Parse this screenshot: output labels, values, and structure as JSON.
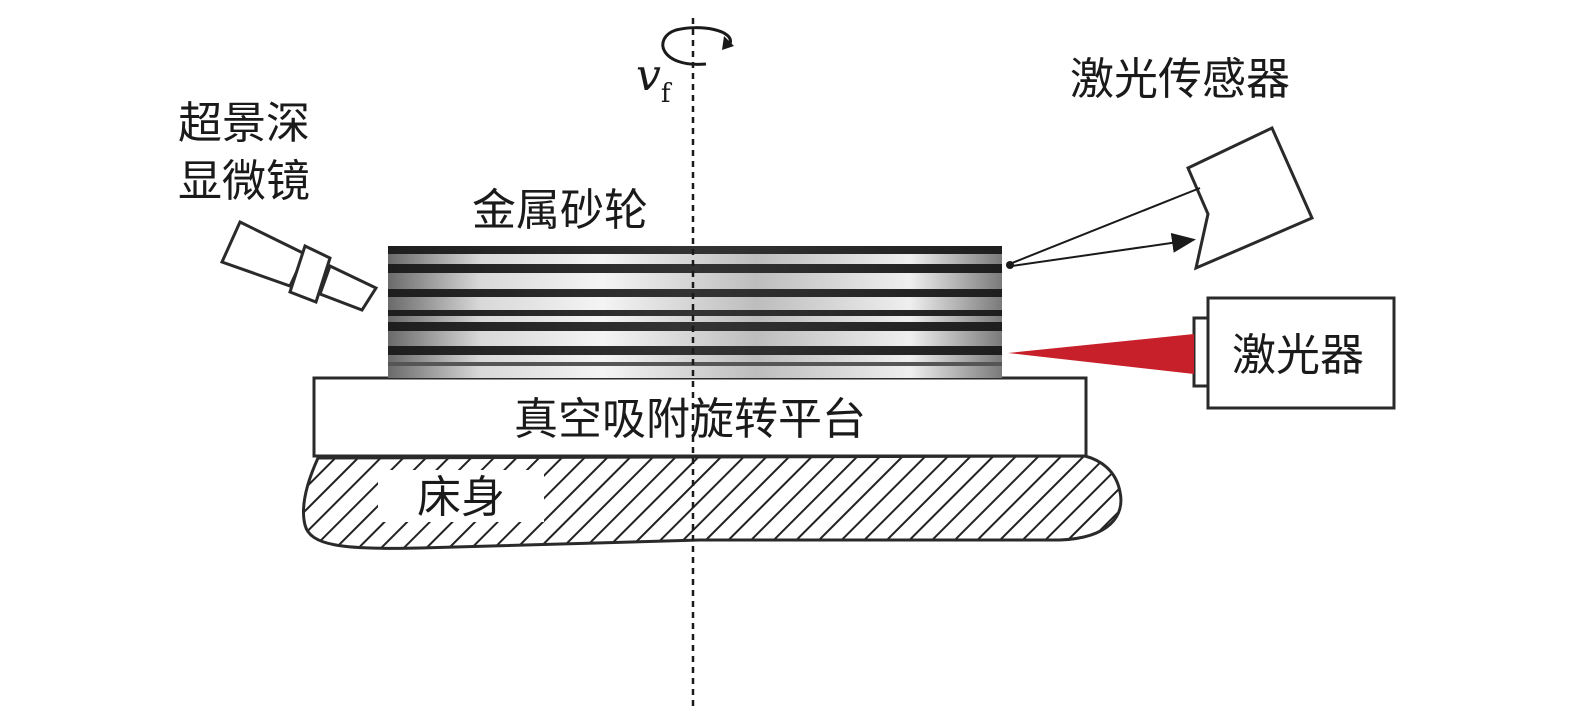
{
  "labels": {
    "microscope": [
      "超景深",
      "显微镜"
    ],
    "grinding_wheel": "金属砂轮",
    "laser_sensor": "激光传感器",
    "laser": "激光器",
    "vacuum_table": "真空吸附旋转平台",
    "machine_bed": "床身",
    "feed_velocity_symbol": "v",
    "feed_velocity_subscript": "f"
  },
  "colors": {
    "laser_beam": "#c8202a",
    "outline": "#2a2a2a",
    "hatch": "#222222"
  },
  "icons": [
    "rotation-arrow-icon",
    "microscope-icon",
    "laser-sensor-icon",
    "laser-emitter-icon"
  ]
}
